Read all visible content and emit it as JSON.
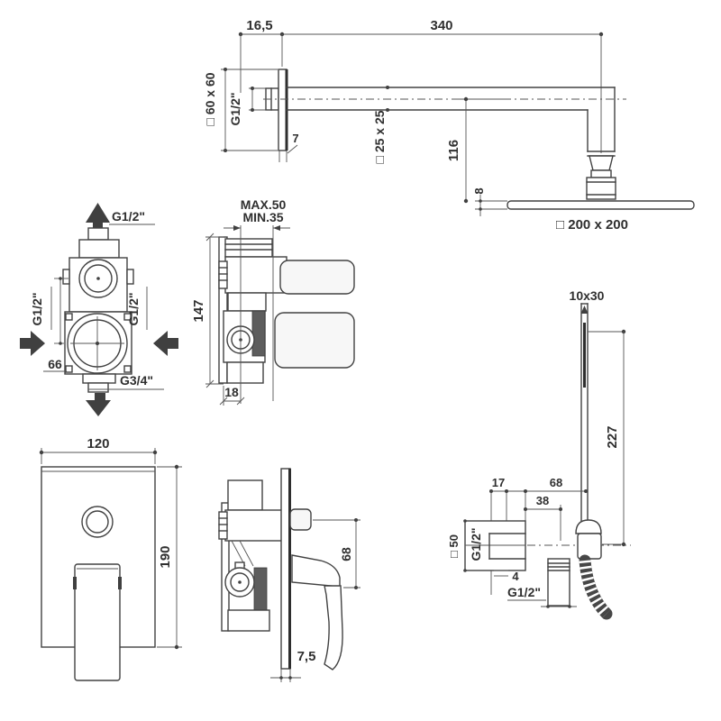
{
  "drawing": {
    "type": "technical-installation-diagram",
    "subject": "concealed shower mixer set with overhead arm, square head, trim plate and hand shower outlet",
    "colors": {
      "line": "#424242",
      "text": "#2f2f2f",
      "background": "#ffffff",
      "hatch_fill": "#5d5d5d"
    },
    "labels": {
      "arm_offset": "16,5",
      "arm_length": "340",
      "flange_size": "□ 60 x 60",
      "flange_thread": "G1/2\"",
      "flange_thickness": "7",
      "arm_profile": "□ 25 x 25",
      "drop_height": "116",
      "head_thickness": "8",
      "head_size": "□ 200 x 200",
      "valve_top_thread": "G1/2\"",
      "valve_left_thread": "G1/2\"",
      "valve_right_thread": "G1/2\"",
      "valve_bottom_thread": "G3/4\"",
      "valve_port_distance": "66",
      "valve_height": "147",
      "depth_max": "MAX.50",
      "depth_min": "MIN.35",
      "depth_front": "18",
      "plate_width": "120",
      "plate_height": "190",
      "handle_offset": "68",
      "plate_thickness": "7,5",
      "rail_profile": "10x30",
      "rail_length": "227",
      "outlet_wall_offset": "17",
      "outlet_rail_offset": "68",
      "outlet_spout_offset": "38",
      "outlet_plate_size": "□ 50",
      "outlet_thread": "G1/2\"",
      "outlet_gap": "4",
      "spout_thread": "G1/2\""
    }
  }
}
